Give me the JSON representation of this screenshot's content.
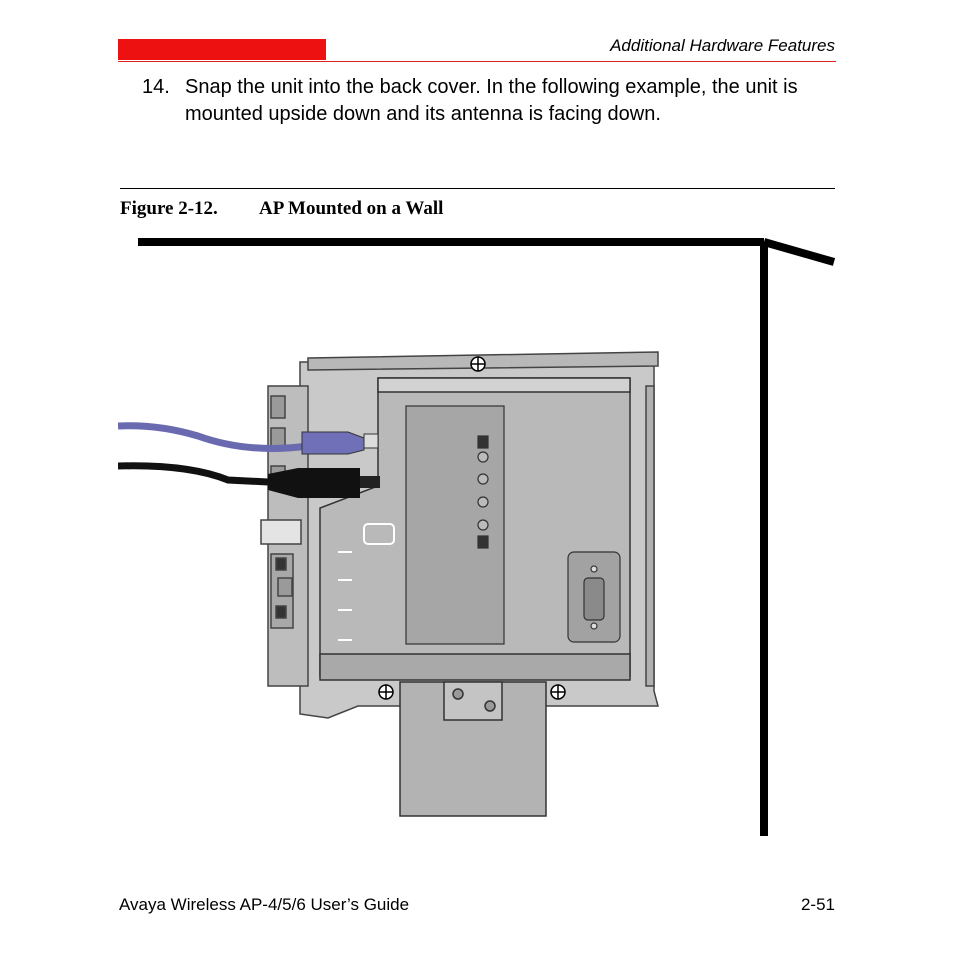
{
  "header": {
    "title": "Additional Hardware Features"
  },
  "step": {
    "number": "14.",
    "text": "Snap the unit into the back cover. In the following example, the unit is mounted upside down and its antenna is facing down."
  },
  "figure": {
    "label": "Figure 2-12.",
    "title": "AP Mounted on a Wall"
  },
  "footer": {
    "left": "Avaya Wireless AP-4/5/6 User’s Guide",
    "right": "2-51"
  }
}
